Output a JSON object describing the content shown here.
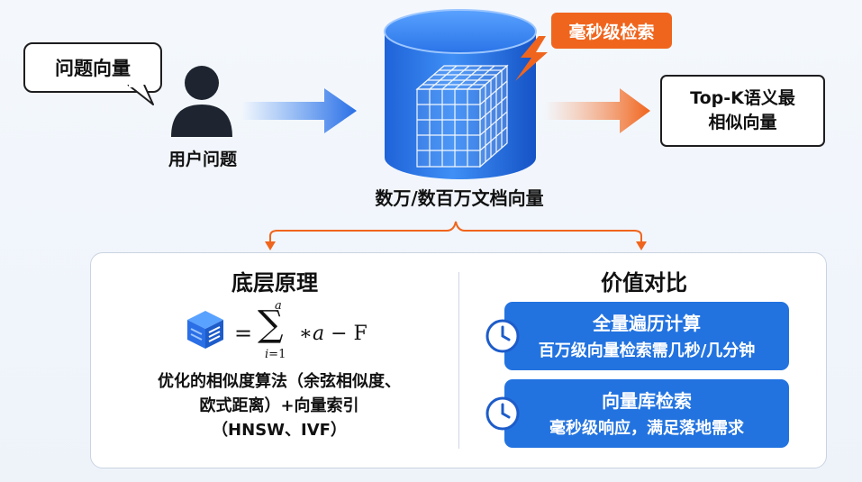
{
  "query": {
    "bubble_text": "问题向量",
    "user_label": "用户问题"
  },
  "database": {
    "label": "数万/数百万文档向量",
    "badge": "毫秒级检索"
  },
  "result": {
    "line1": "Top-K语义最",
    "line2": "相似向量"
  },
  "principle": {
    "title": "底层原理",
    "formula": {
      "equals": "=",
      "sum_symbol": "∑",
      "upper": "a",
      "lower_var": "i",
      "lower_rest": "=1",
      "rest_op": "∗",
      "rest_var": "a",
      "rest_tail": " − F"
    },
    "desc_line1": "优化的相似度算法（余弦相似度、",
    "desc_line2": "欧式距离）+向量索引",
    "desc_line3": "（HNSW、IVF）"
  },
  "comparison": {
    "title": "价值对比",
    "cards": [
      {
        "title": "全量遍历计算",
        "subtitle": "百万级向量检索需几秒/几分钟"
      },
      {
        "title": "向量库检索",
        "subtitle": "毫秒级响应，满足落地需求"
      }
    ]
  },
  "colors": {
    "accent_blue": "#2273e0",
    "accent_orange": "#f0651d",
    "dark": "#1d1d1f"
  },
  "icons": [
    "speech-bubble",
    "user-icon",
    "arrow-right-icon",
    "database-cube-icon",
    "lightning-icon",
    "brace-arrow",
    "stack-icon",
    "clock-icon"
  ]
}
